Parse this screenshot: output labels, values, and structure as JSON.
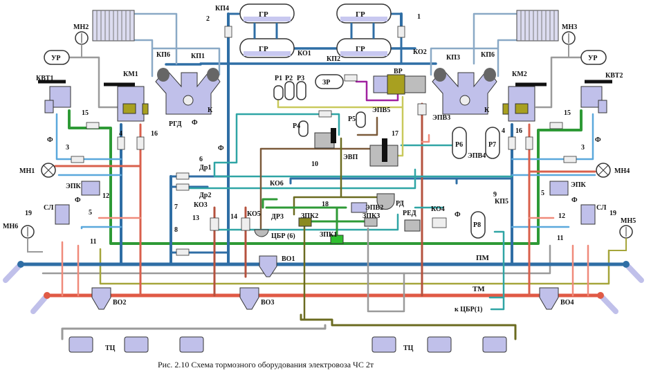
{
  "caption": "Рис. 2.10  Схема тормозного оборудования электровоза ЧС 2т",
  "colors": {
    "main_line": "#2f6ea5",
    "brake_line": "#e05a45",
    "feed_line_light": "#5aa8dc",
    "green_line": "#2e9a36",
    "teal_line": "#2fa5a5",
    "brown_line": "#7b5a3a",
    "olive_line": "#8a8a2a",
    "yellow_line": "#c9c95c",
    "gray_line": "#9a9a9a",
    "purple_line": "#a020a0"
  },
  "lines": {
    "pm": "ПМ",
    "tm": "ТМ",
    "to_cbr": "к  ЦБР(1)"
  },
  "labels": {
    "gr1": "ГР",
    "gr2": "ГР",
    "gr3": "ГР",
    "gr4": "ГР",
    "kp4": "КП4",
    "n2": "2",
    "n1": "1",
    "ko1": "КО1",
    "kp2": "КП2",
    "ko2": "КО2",
    "kp3": "КП3",
    "kp6a": "КП6",
    "kp1": "КП1",
    "kp6b": "КП6",
    "mn2": "МН2",
    "mn3": "МН3",
    "ur1": "УР",
    "ur2": "УР",
    "kvt1": "КВТ1",
    "kvt2": "КВТ2",
    "km1": "КМ1",
    "km2": "КМ2",
    "k1": "К",
    "k2": "К",
    "r1": "Р1",
    "r2": "Р2",
    "r3": "Р3",
    "zr": "ЗР",
    "vr": "ВР",
    "rgd": "РГД",
    "f_rgd": "Ф",
    "f_mid": "Ф",
    "n15a": "15",
    "n15b": "15",
    "n4a": "4",
    "n4b": "4",
    "n16a": "16",
    "n16b": "16",
    "n3a": "3",
    "n3b": "3",
    "fa": "Ф",
    "fb": "Ф",
    "mn1": "МН1",
    "mn4": "МН4",
    "epk1": "ЭПК",
    "epk2": "ЭПК",
    "n12a": "12",
    "n12b": "12",
    "n5a": "5",
    "n5b": "5",
    "f_epk1": "Ф",
    "f_epk2": "Ф",
    "sl1": "СЛ",
    "sl2": "СЛ",
    "n19a": "19",
    "n19b": "19",
    "mn6": "МН6",
    "mn5": "МН5",
    "n11a": "11",
    "n11b": "11",
    "n6": "6",
    "n7": "7",
    "n8": "8",
    "dr1": "Др1",
    "dr2": "Др2",
    "ko3": "КО3",
    "ko5": "КО5",
    "n13": "13",
    "n14": "14",
    "p4": "Р4",
    "p5": "Р5",
    "n10": "10",
    "evp": "ЭВП",
    "epv5": "ЭПВ5",
    "n17": "17",
    "epv3": "ЭПВ3",
    "p6": "Р6",
    "p7": "Р7",
    "epv4": "ЭПВ4",
    "ko6": "КО6",
    "dr3": "ДР3",
    "cbr": "ЦБР (6)",
    "n18": "18",
    "epk2v": "ЗПК2",
    "epk1v": "ЗПК1",
    "epk3v": "ЗПК3",
    "epv2": "ЭПВ2",
    "rd": "РД",
    "red": "РЕД",
    "ko4": "КО4",
    "f_ko4": "Ф",
    "n9": "9",
    "kp5": "КП5",
    "p8": "Р8",
    "vo1": "ВО1",
    "vo2": "ВО2",
    "vo3": "ВО3",
    "vo4": "ВО4",
    "tc1": "ТЦ",
    "tc2": "ТЦ"
  }
}
